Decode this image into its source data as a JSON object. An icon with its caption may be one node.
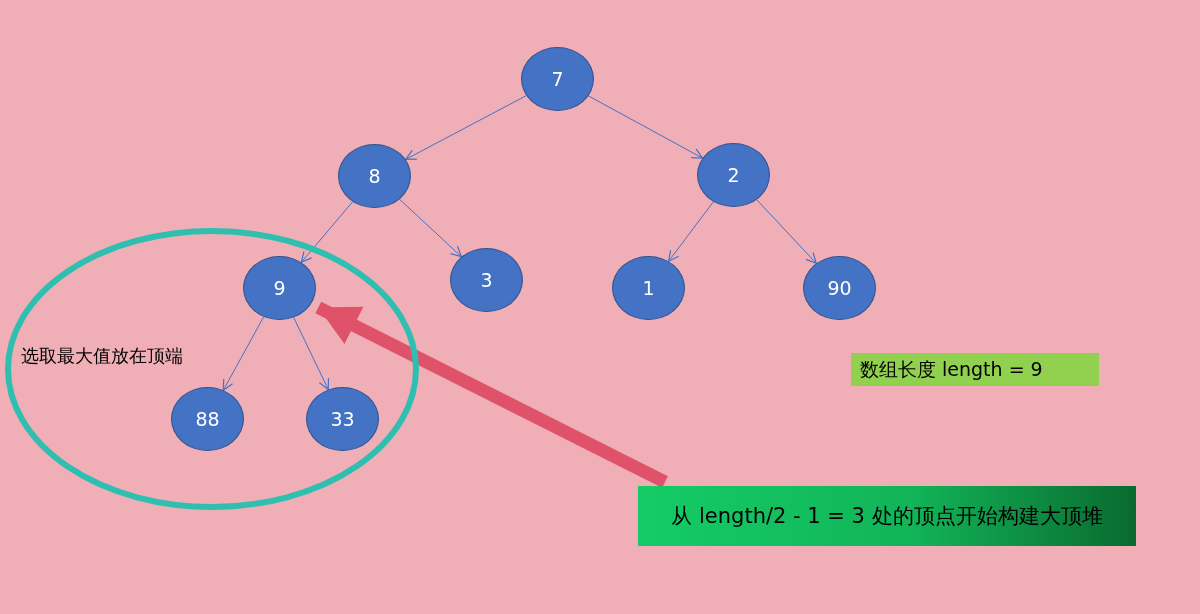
{
  "diagram": {
    "nodes": [
      {
        "text": [
          "7"
        ]
      },
      {
        "text": [
          "8"
        ]
      },
      {
        "text": [
          "2"
        ]
      },
      {
        "text": [
          "选取最大值放在顶端"
        ]
      },
      {
        "text": [
          "9"
        ],
        "in": 3
      },
      {
        "text": [
          "3"
        ]
      },
      {
        "text": [
          "1"
        ]
      },
      {
        "text": [
          "90"
        ]
      },
      {
        "text": [
          "88"
        ],
        "in": 3
      },
      {
        "text": [
          "33"
        ],
        "in": 3
      },
      {
        "text": [
          "数组长度 length = 9"
        ]
      },
      {
        "text": [
          "从 length/2 - 1 = 3 处的顶点开始构建大顶堆"
        ]
      }
    ],
    "edges": [
      {
        "from": 0,
        "to": 1,
        "arrow": "to"
      },
      {
        "from": 0,
        "to": 2,
        "arrow": "to"
      },
      {
        "from": 1,
        "to": 4,
        "arrow": "to"
      },
      {
        "from": 1,
        "to": 5,
        "arrow": "to"
      },
      {
        "from": 2,
        "to": 6,
        "arrow": "to"
      },
      {
        "from": 2,
        "to": 7,
        "arrow": "to"
      },
      {
        "from": 4,
        "to": 8,
        "arrow": "to"
      },
      {
        "from": 4,
        "to": 9,
        "arrow": "to"
      },
      {
        "from": 11,
        "to": 4,
        "arrow": "to",
        "style": "thick",
        "color": "#e0526a"
      }
    ]
  }
}
